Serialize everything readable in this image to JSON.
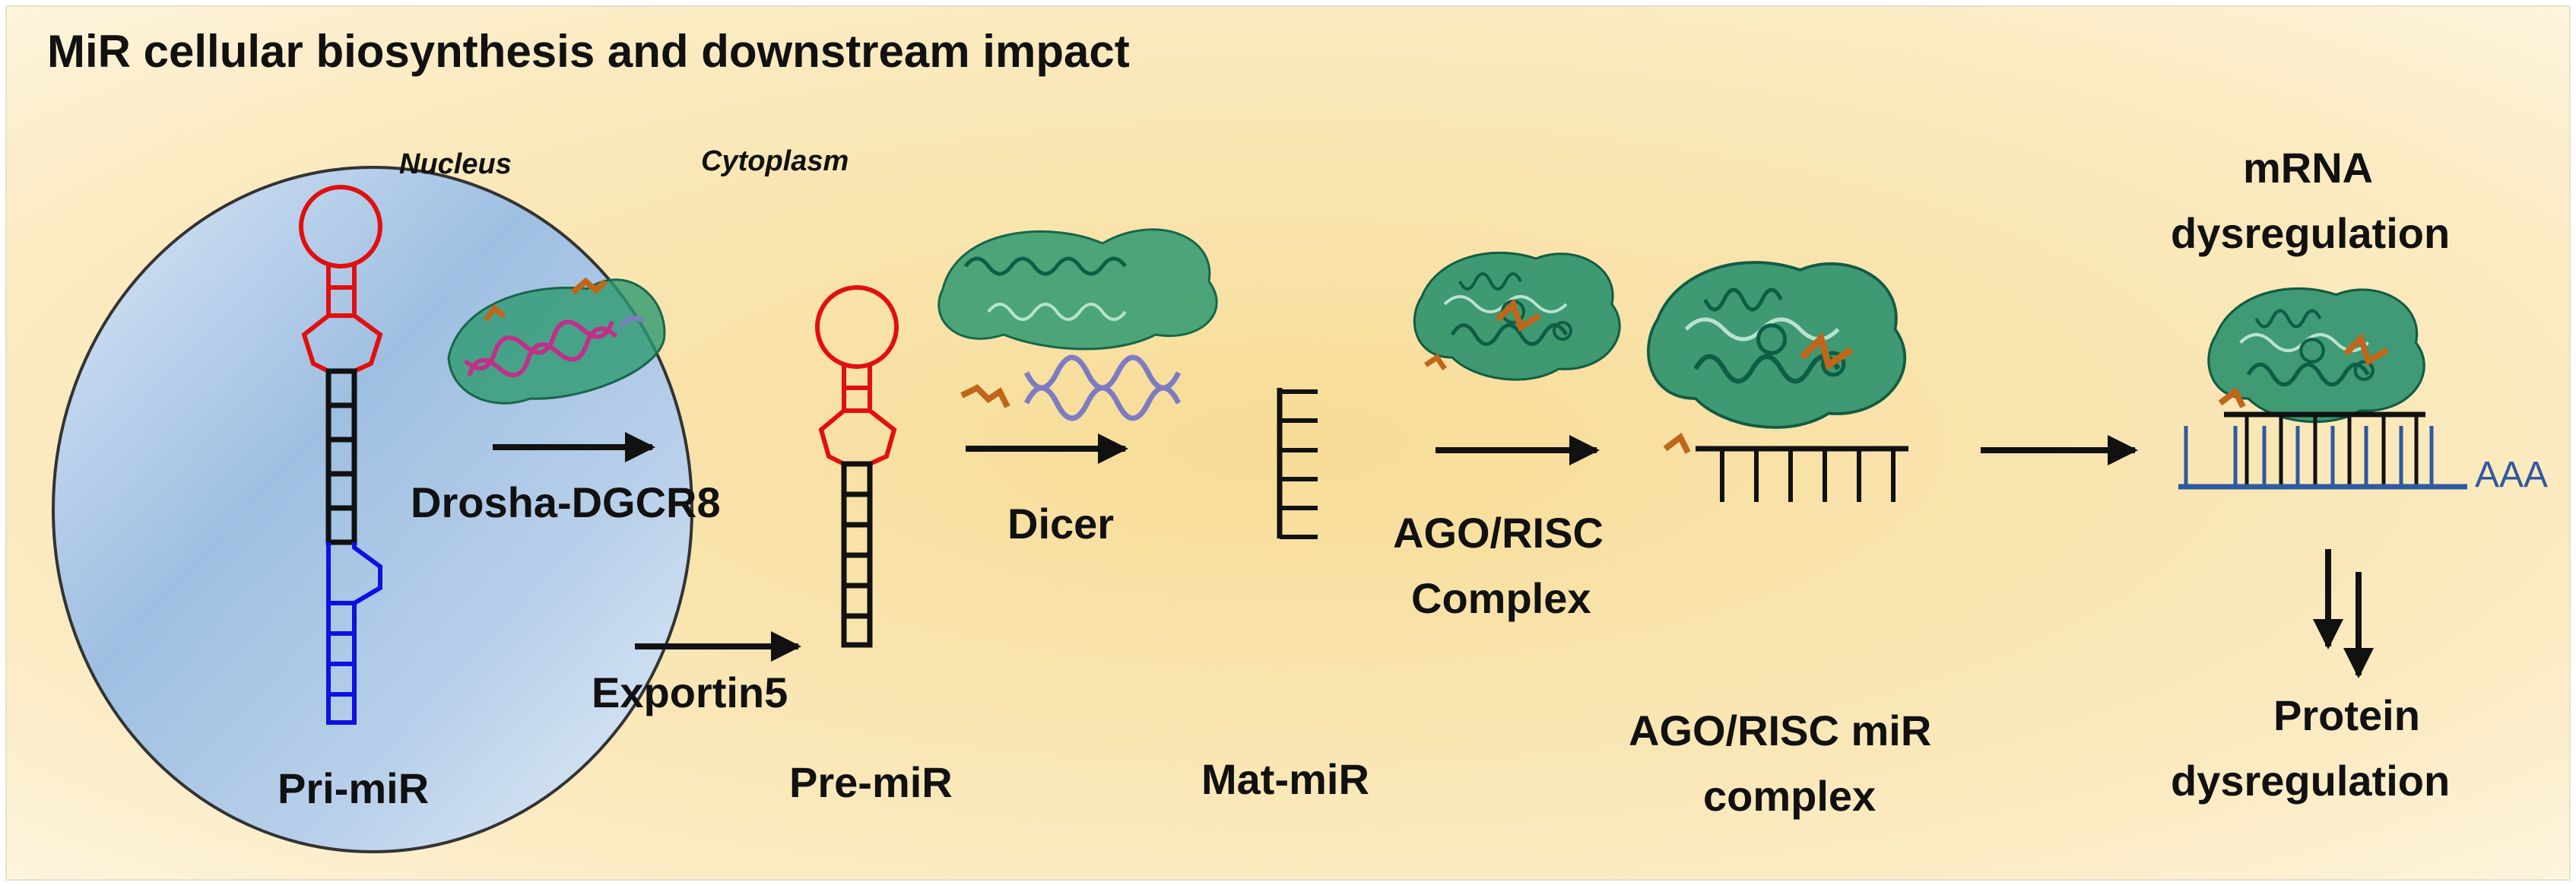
{
  "title": "MiR cellular biosynthesis and downstream impact",
  "compartments": {
    "nucleus": "Nucleus",
    "cytoplasm": "Cytoplasm"
  },
  "labels": {
    "drosha": "Drosha-DGCR8",
    "exportin": "Exportin5",
    "dicer": "Dicer",
    "ago_line1": "AGO/RISC",
    "ago_line2": "Complex",
    "mrna_line1": "mRNA",
    "mrna_line2": "dysregulation",
    "poly_a": "AAA",
    "protein_line1": "Protein",
    "protein_line2": "dysregulation"
  },
  "stages": {
    "pri": "Pri-miR",
    "pre": "Pre-miR",
    "mat": "Mat-miR",
    "complex_line1": "AGO/RISC miR",
    "complex_line2": "complex"
  },
  "colors": {
    "background_warm": "#f7dc96",
    "background_light": "#fdf6e3",
    "nucleus_fill": "#a9c5e6",
    "loop_red": "#e01010",
    "stem_blue": "#1010e0",
    "stem_black": "#111111",
    "protein_green": "#1f8c68",
    "protein_orange": "#c0661a",
    "mrna_blue": "#2d5aa0",
    "dna_pink": "#c0308a",
    "dna_purple": "#7d7cc2"
  }
}
